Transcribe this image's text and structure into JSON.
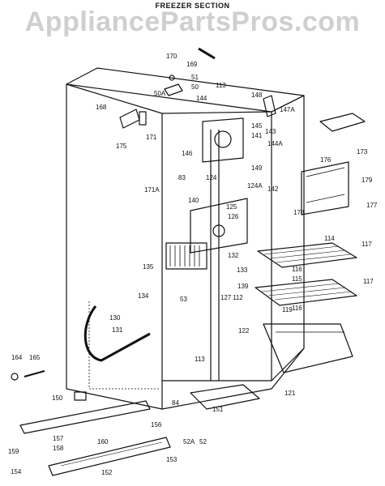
{
  "watermark": "AppliancePartsPros.com",
  "title": "FREEZER SECTION",
  "part_labels": [
    "170",
    "169",
    "51",
    "50",
    "50A",
    "113",
    "144",
    "148",
    "147A",
    "168",
    "171",
    "175",
    "145",
    "141",
    "143",
    "144A",
    "146",
    "149",
    "173",
    "176",
    "179",
    "177",
    "178",
    "142",
    "83",
    "124",
    "124A",
    "171A",
    "140",
    "125",
    "126",
    "132",
    "114",
    "117",
    "135",
    "133",
    "116",
    "115",
    "134",
    "53",
    "127",
    "112",
    "139",
    "117",
    "130",
    "131",
    "119",
    "116",
    "122",
    "121",
    "113",
    "164",
    "165",
    "150",
    "84",
    "151",
    "156",
    "157",
    "158",
    "159",
    "160",
    "152",
    "153",
    "154",
    "52A",
    "52"
  ]
}
